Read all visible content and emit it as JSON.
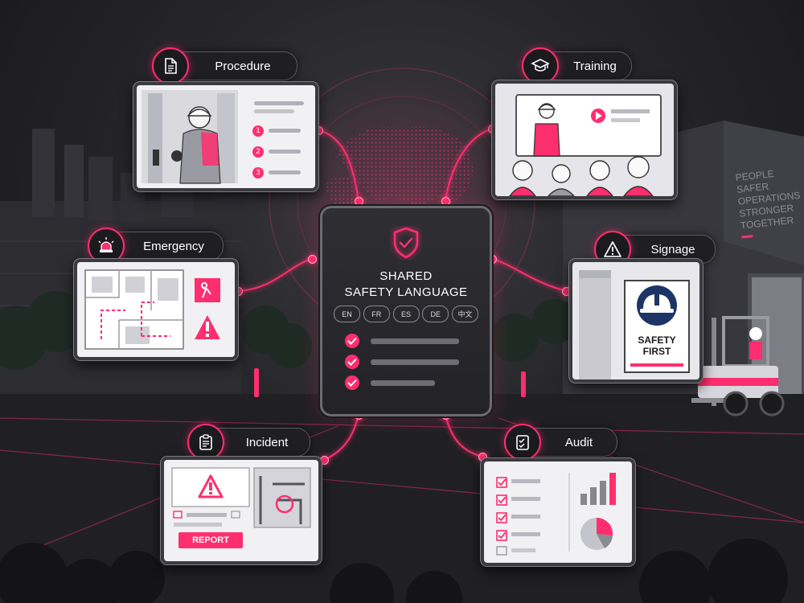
{
  "center": {
    "title_line1": "SHARED",
    "title_line2": "SAFETY LANGUAGE",
    "languages": [
      "EN",
      "FR",
      "ES",
      "DE",
      "中文"
    ]
  },
  "nodes": {
    "procedure": {
      "label": "Procedure",
      "icon": "document-icon",
      "steps": [
        "1",
        "2",
        "3"
      ]
    },
    "training": {
      "label": "Training",
      "icon": "graduation-cap-icon"
    },
    "emergency": {
      "label": "Emergency",
      "icon": "alarm-light-icon"
    },
    "signage": {
      "label": "Signage",
      "icon": "warning-triangle-icon",
      "sign_line1": "SAFETY",
      "sign_line2": "FIRST"
    },
    "incident": {
      "label": "Incident",
      "icon": "clipboard-icon",
      "button": "REPORT"
    },
    "audit": {
      "label": "Audit",
      "icon": "checklist-icon"
    }
  },
  "wall_text": [
    "PEOPLE",
    "SAFER",
    "OPERATIONS",
    "STRONGER",
    "TOGETHER"
  ],
  "colors": {
    "accent": "#ff2e6e",
    "background": "#1e1e21",
    "card": "#f1f1f3",
    "navy": "#1d3566"
  }
}
